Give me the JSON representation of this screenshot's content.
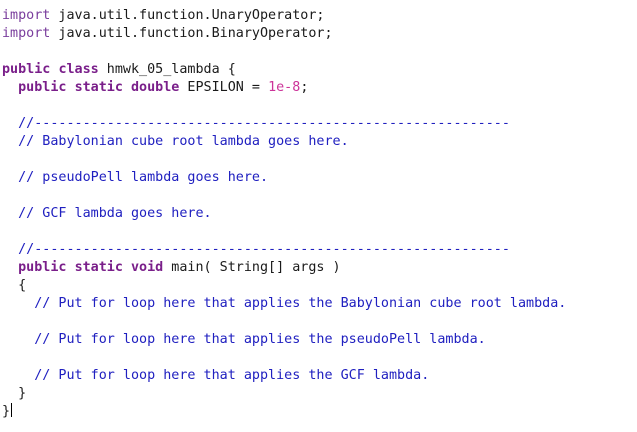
{
  "code": {
    "l1": {
      "kw": "import",
      "rest": " java.util.function.UnaryOperator;"
    },
    "l2": {
      "kw": "import",
      "rest": " java.util.function.BinaryOperator;"
    },
    "l3": {
      "kw1": "public",
      "kw2": "class",
      "rest": " hmwk_05_lambda {"
    },
    "l4": {
      "indent": "  ",
      "kw1": "public",
      "kw2": "static",
      "kw3": "double",
      "mid": " EPSILON = ",
      "num": "1e-8",
      "end": ";"
    },
    "l5": {
      "indent": "  ",
      "cmt": "//-----------------------------------------------------------"
    },
    "l6": {
      "indent": "  ",
      "cmt": "// Babylonian cube root lambda goes here."
    },
    "l7": {
      "indent": "  ",
      "cmt": "// pseudoPell lambda goes here."
    },
    "l8": {
      "indent": "  ",
      "cmt": "// GCF lambda goes here."
    },
    "l9": {
      "indent": "  ",
      "cmt": "//-----------------------------------------------------------"
    },
    "l10": {
      "indent": "  ",
      "kw1": "public",
      "kw2": "static",
      "kw3": "void",
      "rest": " main( String[] args )"
    },
    "l11": {
      "text": "  {"
    },
    "l12": {
      "indent": "    ",
      "cmt": "// Put for loop here that applies the Babylonian cube root lambda."
    },
    "l13": {
      "indent": "    ",
      "cmt": "// Put for loop here that applies the pseudoPell lambda."
    },
    "l14": {
      "indent": "    ",
      "cmt": "// Put for loop here that applies the GCF lambda."
    },
    "l15": {
      "text": "  }"
    },
    "l16": {
      "text": "}"
    }
  }
}
